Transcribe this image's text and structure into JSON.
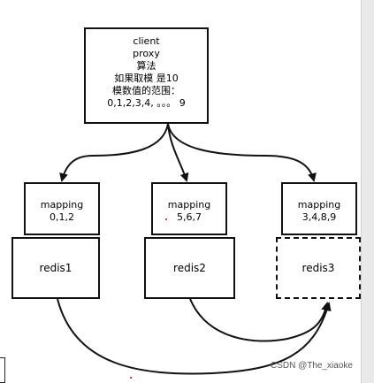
{
  "proxy": {
    "lines": [
      "client",
      "proxy",
      "算法",
      "如果取模 是10",
      "模数值的范围：",
      "0,1,2,3,4, 。。。 9"
    ]
  },
  "nodes": [
    {
      "mapping_label": "mapping",
      "mapping_values": "0,1,2",
      "redis_label": "redis1"
    },
    {
      "mapping_label": "mapping",
      "mapping_values": "5,6,7",
      "redis_label": "redis2"
    },
    {
      "mapping_label": "mapping",
      "mapping_values": "3,4,8,9",
      "redis_label": "redis3"
    }
  ],
  "watermark": "CSDN @The_xiaoke",
  "colors": {
    "line": "#111111",
    "background": "#ffffff",
    "strip": "#e9e9e9"
  }
}
